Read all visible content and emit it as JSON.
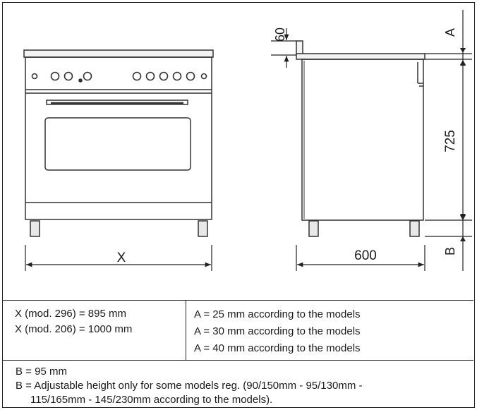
{
  "dimensions": {
    "width_label": "X",
    "depth_label": "600",
    "top_label": "60",
    "height_label": "725",
    "a_label": "A",
    "b_label": "B"
  },
  "table": {
    "x_lines": [
      "X  (mod. 296) = 895 mm",
      "X  (mod. 206) = 1000 mm"
    ],
    "a_lines": [
      "A = 25 mm according to the models",
      "A = 30 mm according to the models",
      "A = 40 mm according to the models"
    ],
    "b_line": "B = 95 mm",
    "b_note_line1": "B =  Adjustable height only for some models  reg. (90/150mm - 95/130mm -",
    "b_note_line2": "115/165mm - 145/230mm according to the models)."
  }
}
